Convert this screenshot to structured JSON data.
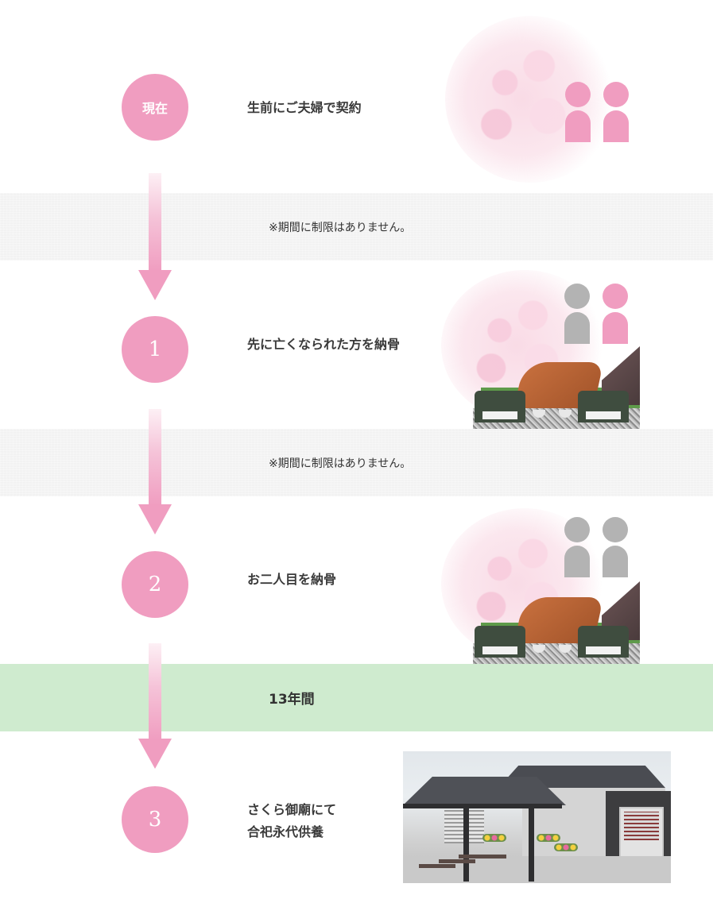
{
  "colors": {
    "accent_pink": "#f09dc0",
    "gray_band": "#f2f2f2",
    "green_band": "#cfebcf",
    "person_gray": "#b3b3b3",
    "text": "#3a3a3a"
  },
  "steps": [
    {
      "badge": "現在",
      "label": "生前にご夫婦で契約",
      "illustration": "cherry-blossom with two pink person icons",
      "persons": [
        "pink",
        "pink"
      ]
    },
    {
      "badge": "1",
      "label": "先に亡くなられた方を納骨",
      "illustration": "cherry-blossom, grave plot, one gray and one pink person",
      "persons": [
        "gray",
        "pink"
      ]
    },
    {
      "badge": "2",
      "label": "お二人目を納骨",
      "illustration": "cherry-blossom, grave plot, two gray persons",
      "persons": [
        "gray",
        "gray"
      ]
    },
    {
      "badge": "3",
      "label_line1": "さくら御廟にて",
      "label_line2": "合祀永代供養",
      "illustration": "mausoleum photo"
    }
  ],
  "bands": [
    {
      "type": "gray",
      "text": "※期間に制限はありません。"
    },
    {
      "type": "gray",
      "text": "※期間に制限はありません。"
    },
    {
      "type": "green",
      "text": "13年間"
    }
  ]
}
